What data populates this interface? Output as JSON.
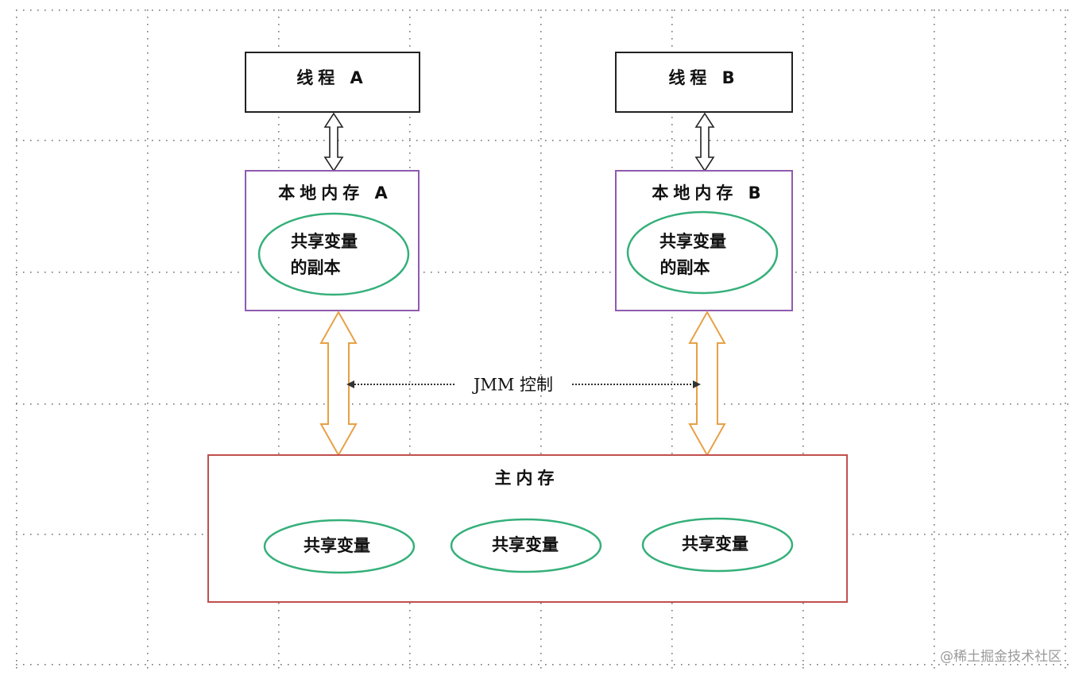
{
  "threads": [
    {
      "label": "线程 A"
    },
    {
      "label": "线程 B"
    }
  ],
  "local_memories": [
    {
      "label": "本地内存 A",
      "copy_label_line1": "共享变量",
      "copy_label_line2": "的副本"
    },
    {
      "label": "本地内存 B",
      "copy_label_line1": "共享变量",
      "copy_label_line2": "的副本"
    }
  ],
  "main_memory": {
    "label": "主内存",
    "shared_variables": [
      "共享变量",
      "共享变量",
      "共享变量"
    ]
  },
  "jmm_control": {
    "label": "JMM 控制"
  },
  "watermark": "@稀土掘金技术社区",
  "colors": {
    "thread_border": "#222222",
    "local_memory_border": "#8e5bb0",
    "main_memory_border": "#c0504d",
    "ellipse_border": "#35b07a",
    "orange_arrow": "#e8a046",
    "grid_dots": "#777777"
  }
}
